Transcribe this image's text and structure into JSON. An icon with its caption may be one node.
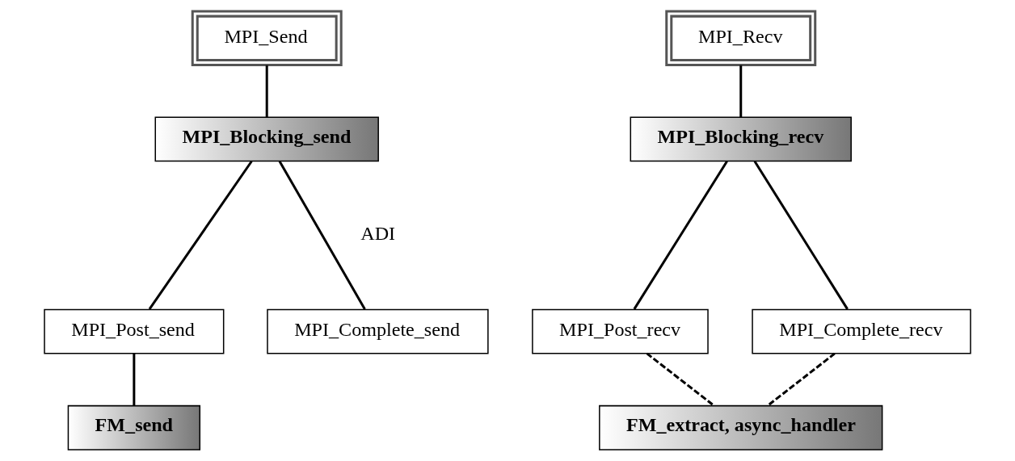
{
  "diagram": {
    "nodes": [
      {
        "text": [
          "MPI_Send"
        ]
      },
      {
        "text": [
          "MPI_Recv"
        ]
      },
      {
        "text": [
          "MPI_Blocking_send"
        ]
      },
      {
        "text": [
          "MPI_Blocking_recv"
        ]
      },
      {
        "text": [
          "MPI_Post_send"
        ]
      },
      {
        "text": [
          "MPI_Complete_send"
        ]
      },
      {
        "text": [
          "MPI_Post_recv"
        ]
      },
      {
        "text": [
          "MPI_Complete_recv"
        ]
      },
      {
        "text": [
          "FM_send"
        ]
      },
      {
        "text": [
          "FM_extract, async_handler"
        ]
      }
    ],
    "edges": [
      {
        "from": 0,
        "to": 2,
        "arrow": "none"
      },
      {
        "from": 1,
        "to": 3,
        "arrow": "none"
      },
      {
        "from": 2,
        "to": 4,
        "arrow": "none"
      },
      {
        "from": 2,
        "to": 5,
        "arrow": "none"
      },
      {
        "from": 3,
        "to": 6,
        "arrow": "none"
      },
      {
        "from": 3,
        "to": 7,
        "arrow": "none"
      },
      {
        "from": 4,
        "to": 8,
        "arrow": "none"
      },
      {
        "from": 6,
        "to": 9,
        "arrow": "none",
        "style": "dashed"
      },
      {
        "from": 7,
        "to": 9,
        "arrow": "none",
        "style": "dashed"
      }
    ],
    "labels": [
      "ADI"
    ]
  }
}
